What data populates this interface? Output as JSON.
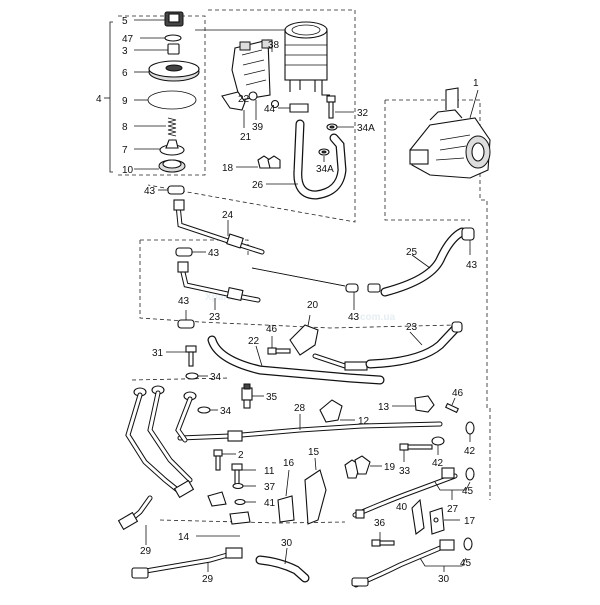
{
  "watermark": {
    "main": "Xparts",
    "sub": "com.ua"
  },
  "callouts": [
    {
      "id": "c5",
      "text": "5"
    },
    {
      "id": "c47",
      "text": "47"
    },
    {
      "id": "c3",
      "text": "3"
    },
    {
      "id": "c6",
      "text": "6"
    },
    {
      "id": "c4",
      "text": "4"
    },
    {
      "id": "c9",
      "text": "9"
    },
    {
      "id": "c8",
      "text": "8"
    },
    {
      "id": "c7",
      "text": "7"
    },
    {
      "id": "c10",
      "text": "10"
    },
    {
      "id": "c38",
      "text": "38"
    },
    {
      "id": "c22a",
      "text": "22"
    },
    {
      "id": "c21",
      "text": "21"
    },
    {
      "id": "c39",
      "text": "39"
    },
    {
      "id": "c44",
      "text": "44"
    },
    {
      "id": "c32",
      "text": "32"
    },
    {
      "id": "c34Aa",
      "text": "34A"
    },
    {
      "id": "c34Ab",
      "text": "34A"
    },
    {
      "id": "c18",
      "text": "18"
    },
    {
      "id": "c26",
      "text": "26"
    },
    {
      "id": "c1",
      "text": "1"
    },
    {
      "id": "c43a",
      "text": "43"
    },
    {
      "id": "c24",
      "text": "24"
    },
    {
      "id": "c43b",
      "text": "43"
    },
    {
      "id": "c25",
      "text": "25"
    },
    {
      "id": "c43c",
      "text": "43"
    },
    {
      "id": "c43d",
      "text": "43"
    },
    {
      "id": "c23a",
      "text": "23"
    },
    {
      "id": "c20",
      "text": "20"
    },
    {
      "id": "c43e",
      "text": "43"
    },
    {
      "id": "c23b",
      "text": "23"
    },
    {
      "id": "c46a",
      "text": "46"
    },
    {
      "id": "c31",
      "text": "31"
    },
    {
      "id": "c22b",
      "text": "22"
    },
    {
      "id": "c34a",
      "text": "34"
    },
    {
      "id": "c35",
      "text": "35"
    },
    {
      "id": "c34b",
      "text": "34"
    },
    {
      "id": "c28",
      "text": "28"
    },
    {
      "id": "c13",
      "text": "13"
    },
    {
      "id": "c46b",
      "text": "46"
    },
    {
      "id": "c12",
      "text": "12"
    },
    {
      "id": "c42a",
      "text": "42"
    },
    {
      "id": "c2",
      "text": "2"
    },
    {
      "id": "c16",
      "text": "16"
    },
    {
      "id": "c15",
      "text": "15"
    },
    {
      "id": "c11",
      "text": "11"
    },
    {
      "id": "c19",
      "text": "19"
    },
    {
      "id": "c33",
      "text": "33"
    },
    {
      "id": "c42b",
      "text": "42"
    },
    {
      "id": "c37",
      "text": "37"
    },
    {
      "id": "c41",
      "text": "41"
    },
    {
      "id": "c45a",
      "text": "45"
    },
    {
      "id": "c27",
      "text": "27"
    },
    {
      "id": "c40",
      "text": "40"
    },
    {
      "id": "c17",
      "text": "17"
    },
    {
      "id": "c36",
      "text": "36"
    },
    {
      "id": "c14",
      "text": "14"
    },
    {
      "id": "c29a",
      "text": "29"
    },
    {
      "id": "c30a",
      "text": "30"
    },
    {
      "id": "c45b",
      "text": "45"
    },
    {
      "id": "c29b",
      "text": "29"
    },
    {
      "id": "c30b",
      "text": "30"
    }
  ]
}
